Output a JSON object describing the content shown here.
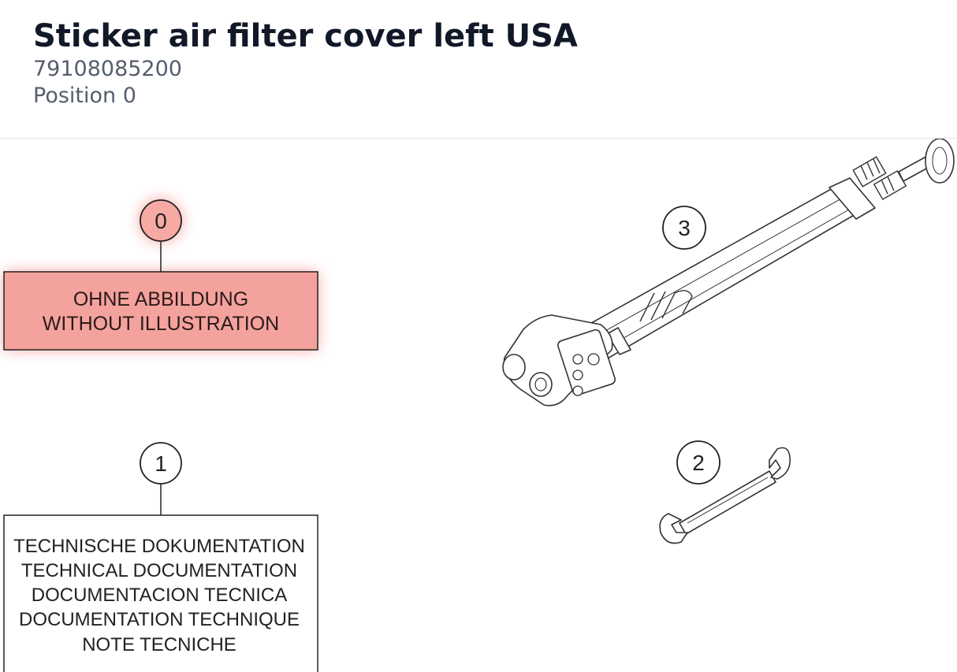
{
  "header": {
    "title": "Sticker air filter cover left USA",
    "part_number": "79108085200",
    "position": "Position 0"
  },
  "diagram": {
    "highlight_color": "#f08a84",
    "callouts": [
      {
        "number": "0",
        "lines": [
          "OHNE ABBILDUNG",
          "WITHOUT ILLUSTRATION"
        ],
        "highlighted": true
      },
      {
        "number": "1",
        "lines": [
          "TECHNISCHE DOKUMENTATION",
          "TECHNICAL DOCUMENTATION",
          "DOCUMENTACION TECNICA",
          "DOCUMENTATION TECHNIQUE",
          "NOTE TECNICHE"
        ],
        "highlighted": false
      },
      {
        "number": "2",
        "part_icon": "wrench-icon"
      },
      {
        "number": "3",
        "part_icon": "shock-pump-icon"
      }
    ]
  }
}
